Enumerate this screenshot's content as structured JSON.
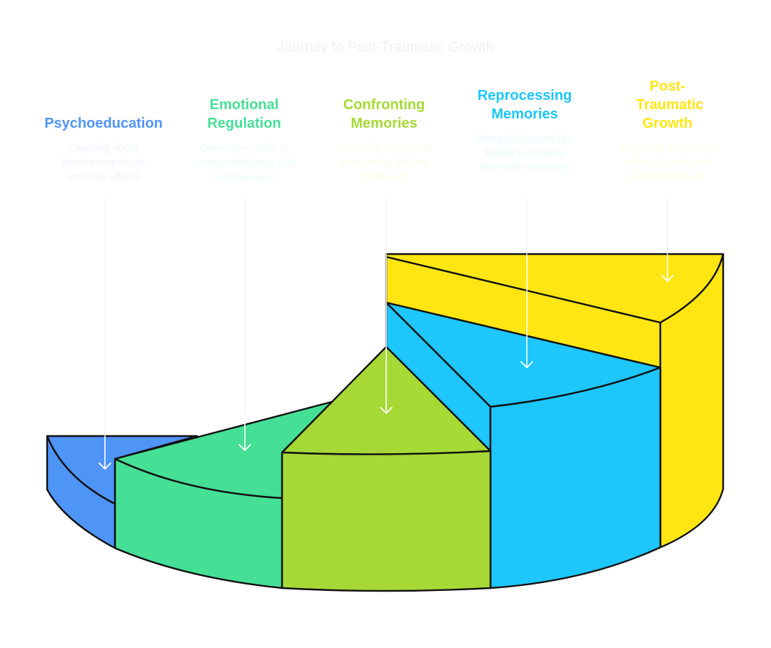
{
  "title": "Journey to Post-Traumatic Growth",
  "colors": {
    "blue": "#4f94f7",
    "green": "#45df96",
    "lime": "#a6d936",
    "cyan": "#1dc6fb",
    "yellow": "#ffe612",
    "outline": "#111111",
    "arrow": "#ffffff"
  },
  "stages": [
    {
      "id": "psychoeducation",
      "title": "Psychoeducation",
      "description": "Learning about trauma responses and their effects",
      "color": "#4f94f7",
      "desc_color": "#eef4fe",
      "order": 1
    },
    {
      "id": "emotional-regulation",
      "title": "Emotional Regulation",
      "description": "Developing skills to manage emotions and hyperarousal",
      "color": "#45df96",
      "desc_color": "#edfcf4",
      "order": 2
    },
    {
      "id": "confronting-memories",
      "title": "Confronting Memories",
      "description": "Gradually facing and processing trauma memories",
      "color": "#a6d936",
      "desc_color": "#f6fce7",
      "order": 3
    },
    {
      "id": "reprocessing-memories",
      "title": "Reprocessing Memories",
      "description": "Using techniques like EMDR to reframe traumatic memories",
      "color": "#1dc6fb",
      "desc_color": "#eaf9fe",
      "order": 4
    },
    {
      "id": "post-traumatic-growth",
      "title": "Post-Traumatic Growth",
      "description": "Achieving a sense of safety, control, and personal growth",
      "color": "#ffe612",
      "desc_color": "#fffce4",
      "order": 5
    }
  ]
}
